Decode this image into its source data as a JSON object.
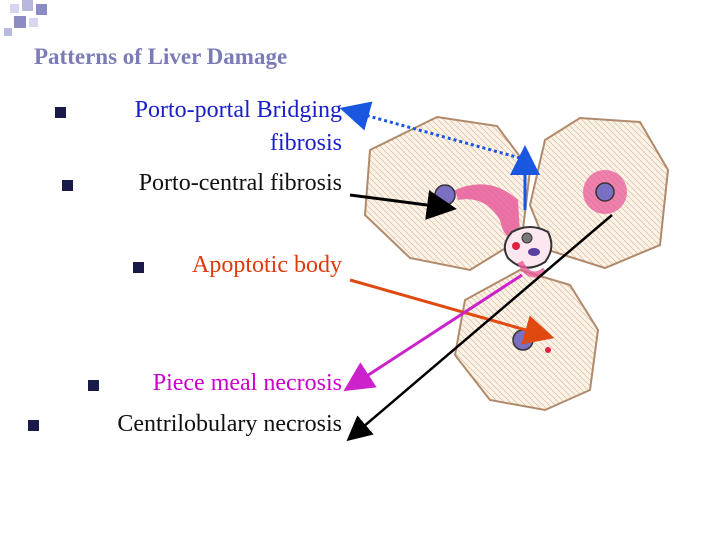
{
  "slide": {
    "title": "Patterns of Liver Damage",
    "items": [
      {
        "line1": "Porto-portal Bridging",
        "line2": "fibrosis",
        "color": "#1a20c8"
      },
      {
        "text": "Porto-central fibrosis",
        "color": "#111111"
      },
      {
        "text": "Apoptotic body",
        "color": "#e03a0a"
      },
      {
        "text": "Piece meal necrosis",
        "color": "#cc00cc"
      },
      {
        "text": "Centrilobulary necrosis",
        "color": "#111111"
      }
    ]
  },
  "colors": {
    "accent_squares": [
      "#8c8cc4",
      "#b8b8de",
      "#d6d6ee"
    ],
    "bullet": "#1a1a4a",
    "lobule_fill": "#fbf3e8",
    "fibrosis": "#e85a9a",
    "arrow_blue": "#1a57e0",
    "arrow_orange": "#e04a10",
    "arrow_magenta": "#cc22cc",
    "arrow_black": "#000000"
  }
}
